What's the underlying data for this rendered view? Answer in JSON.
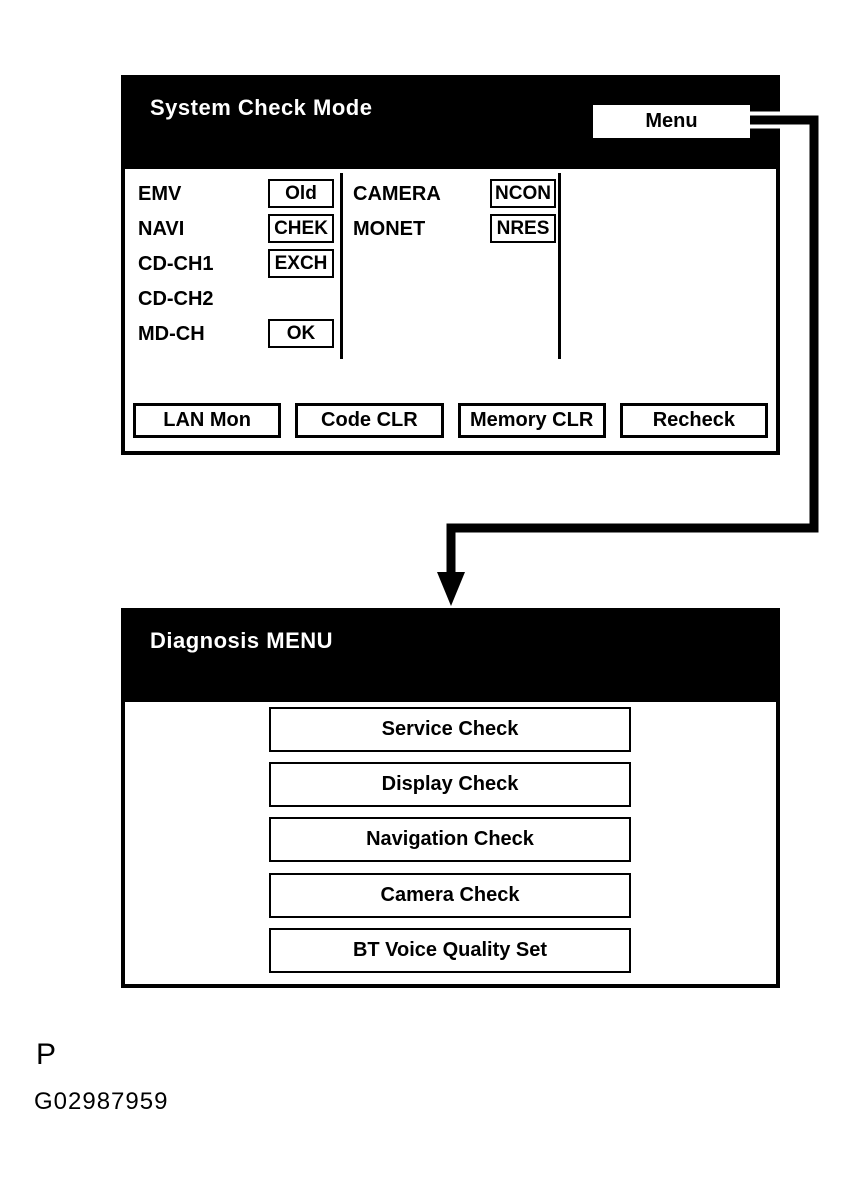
{
  "page": {
    "figure_letter": "P",
    "figure_id": "G02987959"
  },
  "colors": {
    "header_bg": "#000000",
    "screen_bg": "#ffffff",
    "line": "#000000"
  },
  "system_check_screen": {
    "title": "System Check Mode",
    "menu_button_label": "Menu",
    "left_column": [
      {
        "label": "EMV",
        "value": "Old"
      },
      {
        "label": "NAVI",
        "value": "CHEK"
      },
      {
        "label": "CD-CH1",
        "value": "EXCH"
      },
      {
        "label": "CD-CH2",
        "value": ""
      },
      {
        "label": "MD-CH",
        "value": "OK"
      }
    ],
    "right_column": [
      {
        "label": "CAMERA",
        "value": "NCON"
      },
      {
        "label": "MONET",
        "value": "NRES"
      }
    ],
    "bottom_buttons": [
      "LAN Mon",
      "Code CLR",
      "Memory CLR",
      "Recheck"
    ]
  },
  "diagnosis_menu_screen": {
    "title": "Diagnosis MENU",
    "buttons": [
      "Service Check",
      "Display Check",
      "Navigation Check",
      "Camera Check",
      "BT Voice Quality Set"
    ]
  }
}
